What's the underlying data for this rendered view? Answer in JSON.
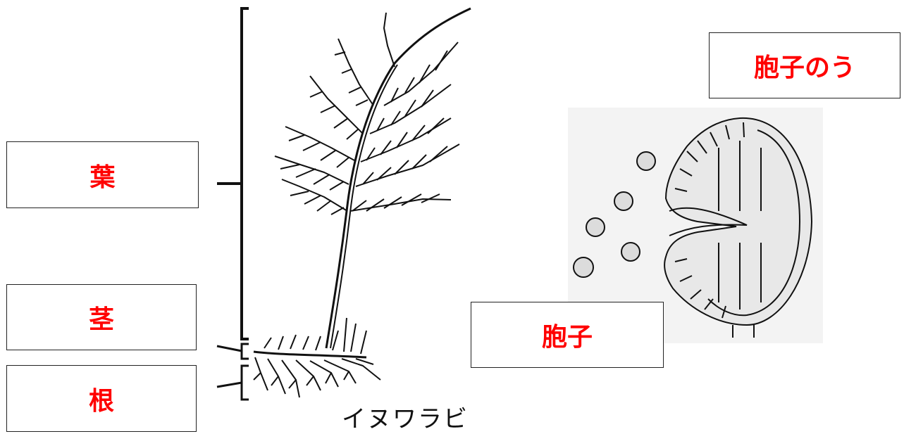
{
  "labels": {
    "leaf": "葉",
    "stem": "茎",
    "root": "根",
    "spore": "胞子",
    "sporangium": "胞子のう"
  },
  "caption": "イヌワラビ",
  "colors": {
    "label_text": "#ff0000",
    "line": "#111111"
  }
}
